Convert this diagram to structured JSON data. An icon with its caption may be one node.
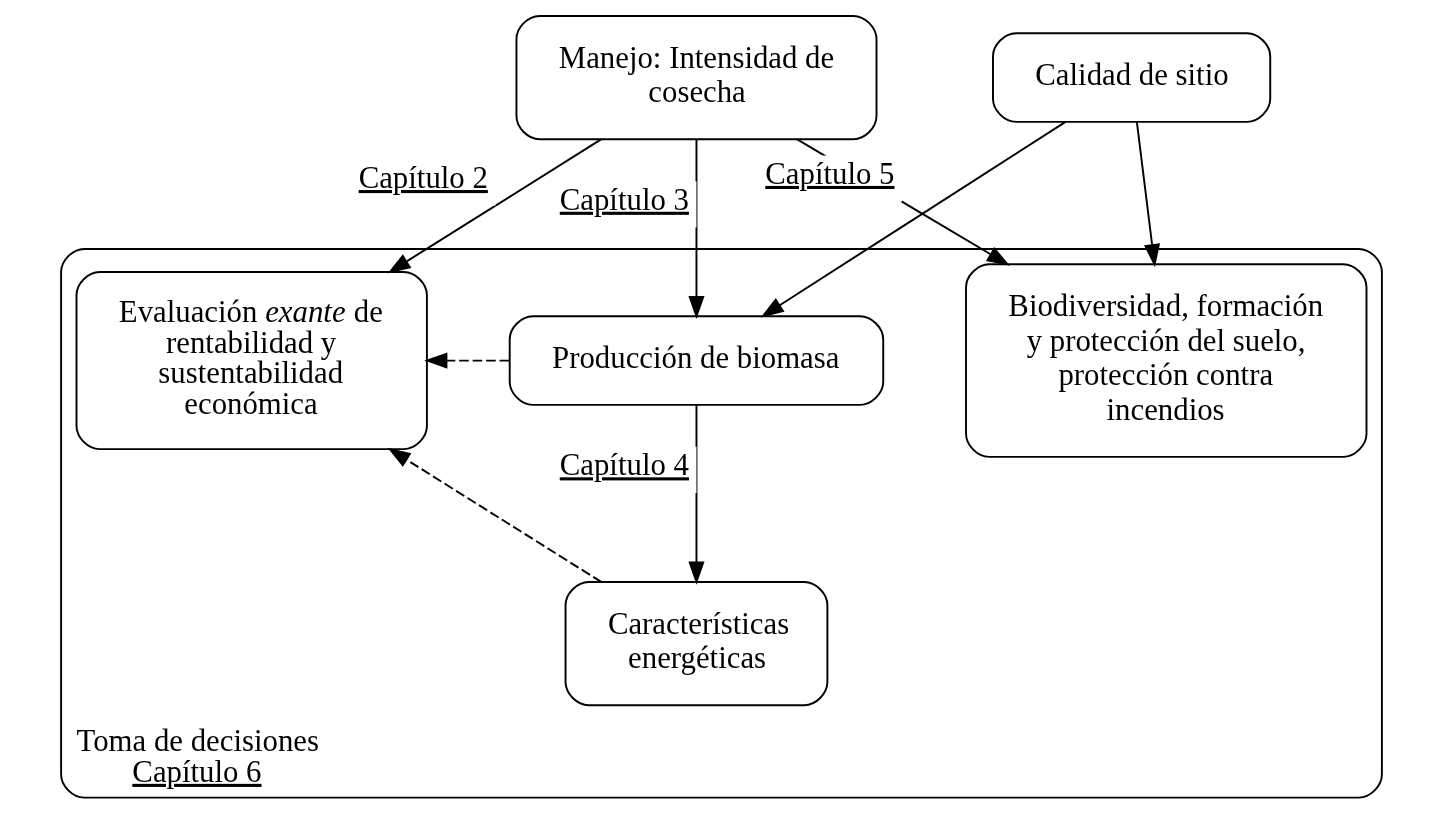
{
  "diagram": {
    "nodes": [
      {
        "text": [
          "Manejo: Intensidad de cosecha"
        ]
      },
      {
        "text": [
          "Calidad de sitio"
        ]
      },
      {
        "text": [
          "Toma de decisiones",
          "Capítulo 6"
        ]
      },
      {
        "text": [
          "Evaluación *exante* de rentabilidad y sustentabilidad económica"
        ],
        "in": 2
      },
      {
        "text": [
          "Producción de biomasa"
        ],
        "in": 2
      },
      {
        "text": [
          "Biodiversidad, formación y protección del suelo, protección contra incendios"
        ],
        "in": 2
      },
      {
        "text": [
          "Características energéticas"
        ],
        "in": 2
      }
    ],
    "edges": [
      {
        "from": 0,
        "to": 3,
        "arrow": "to",
        "label": "Capítulo 2"
      },
      {
        "from": 0,
        "to": 4,
        "arrow": "to",
        "label": "Capítulo 3"
      },
      {
        "from": 1,
        "to": 4,
        "arrow": "to"
      },
      {
        "from": 0,
        "to": 5,
        "arrow": "to",
        "label": "Capítulo 5"
      },
      {
        "from": 1,
        "to": 5,
        "arrow": "to"
      },
      {
        "from": 4,
        "to": 6,
        "arrow": "to",
        "label": "Capítulo 4"
      },
      {
        "from": 4,
        "to": 3,
        "arrow": "to",
        "style": "dashed"
      },
      {
        "from": 6,
        "to": 3,
        "arrow": "to",
        "style": "dashed"
      }
    ]
  }
}
